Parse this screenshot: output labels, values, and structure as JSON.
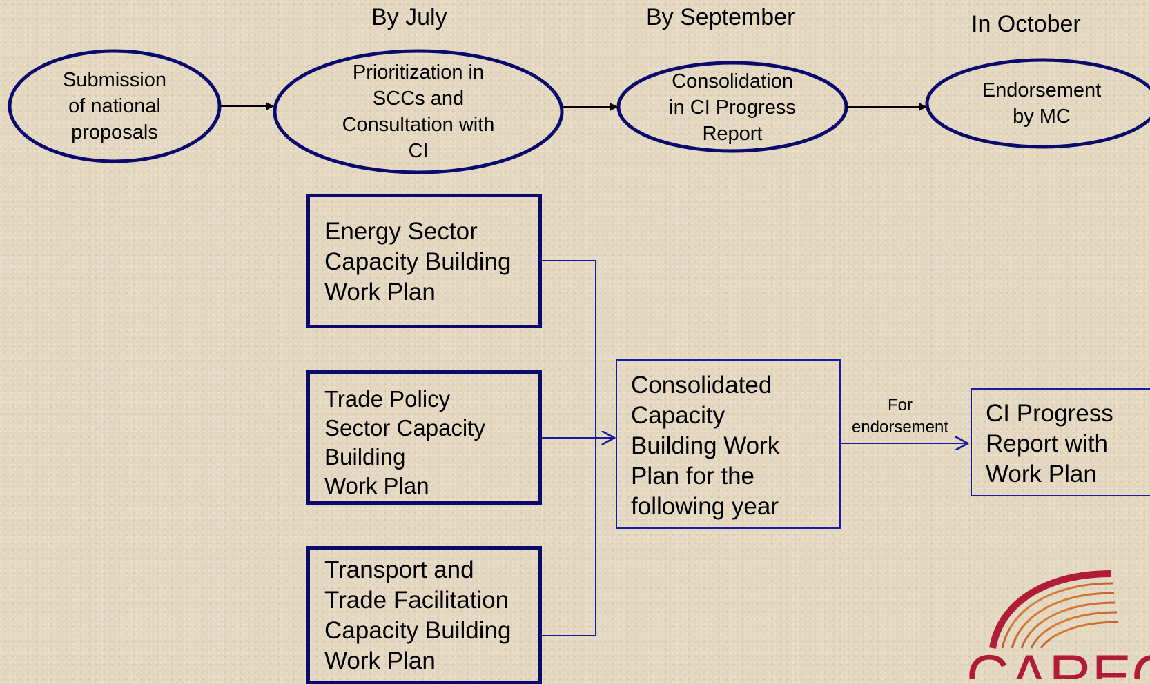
{
  "phases": {
    "july": "By July",
    "september": "By September",
    "october": "In October"
  },
  "process": {
    "submission": "Submission\nof national\nproposals",
    "prioritization": "Prioritization in\nSCCs and\nConsultation with\nCI",
    "consolidation": "Consolidation\nin CI Progress\nReport",
    "endorsement": "Endorsement\nby MC"
  },
  "work_plans": {
    "energy": "Energy Sector\nCapacity Building\nWork Plan",
    "trade_policy": "Trade Policy\nSector Capacity\nBuilding\nWork Plan",
    "transport": "Transport and\nTrade Facilitation\nCapacity Building\nWork Plan"
  },
  "consolidated_plan": "Consolidated\nCapacity\nBuilding Work\nPlan for the\nfollowing year",
  "endorsement_label": "For\nendorsement",
  "progress_report": "CI Progress\nReport with\nWork Plan",
  "logo_text": "CAREC",
  "colors": {
    "navy": "#0a0a6e",
    "blue": "#1a1aa0",
    "logo": "#b01c35"
  }
}
